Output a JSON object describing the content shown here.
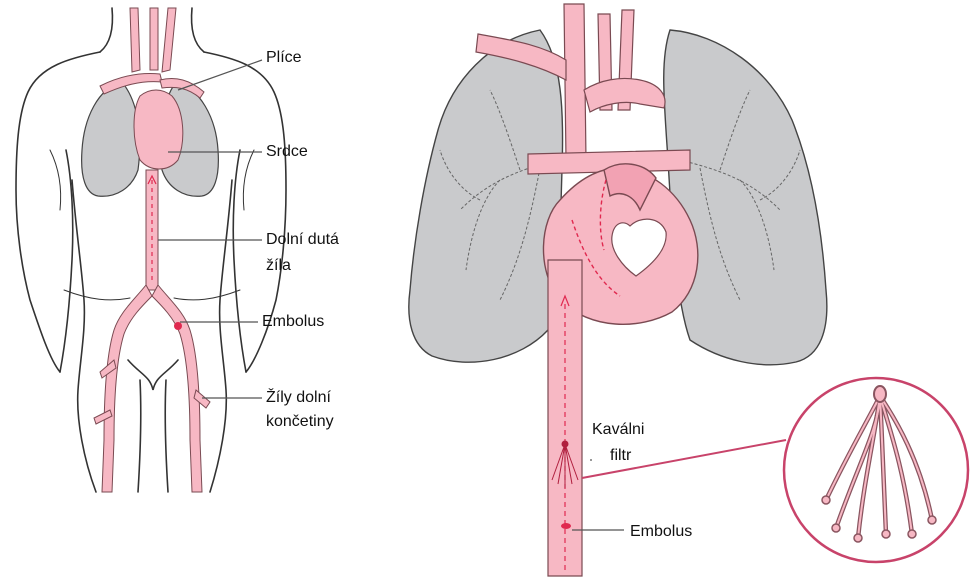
{
  "colors": {
    "vessel": "#f7b8c4",
    "vessel_stroke": "#7a4a52",
    "lung": "#c9cacc",
    "lung_stroke": "#444444",
    "outline": "#333333",
    "leader": "#555555",
    "callout": "#c8436a",
    "embolus": "#e0294f"
  },
  "labels": {
    "lungs": "Plíce",
    "heart": "Srdce",
    "ivc_line1": "Dolní dutá",
    "ivc_line2": "žíla",
    "embolus_left": "Embolus",
    "leg_veins_line1": "Žíly dolní",
    "leg_veins_line2": "končetiny",
    "filter_line1": "Kaválni",
    "filter_line2": "filtr",
    "embolus_right": "Embolus"
  }
}
